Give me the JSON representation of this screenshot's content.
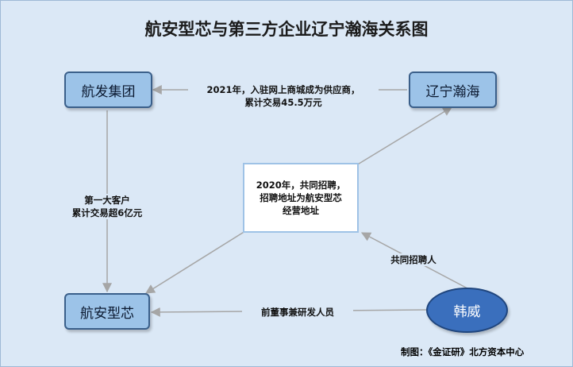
{
  "title": "航安型芯与第三方企业辽宁瀚海关系图",
  "nodes": {
    "hangfa": "航发集团",
    "liaoning": "辽宁瀚海",
    "hangan": "航安型芯",
    "hanwei": "韩威"
  },
  "center_box": {
    "line1": "2020年，共同招聘，",
    "line2": "招聘地址为航安型芯",
    "line3": "经营地址"
  },
  "edges": {
    "liaoning_to_hangfa": {
      "line1": "2021年，入驻网上商城成为供应商，",
      "line2": "累计交易45.5万元"
    },
    "hangfa_to_hangan": {
      "line1": "第一大客户",
      "line2": "累计交易超6亿元"
    },
    "hanwei_to_center": "共同招聘人",
    "hanwei_to_hangan": "前董事兼研发人员"
  },
  "credit": "制图：《金证研》北方资本中心",
  "colors": {
    "background": "#dbe8f6",
    "node_fill": "#9cc3e8",
    "node_border": "#3a5f8a",
    "ellipse_fill": "#3a6fbd",
    "arrow": "#a6a6a6",
    "center_border": "#9ec2e6"
  }
}
